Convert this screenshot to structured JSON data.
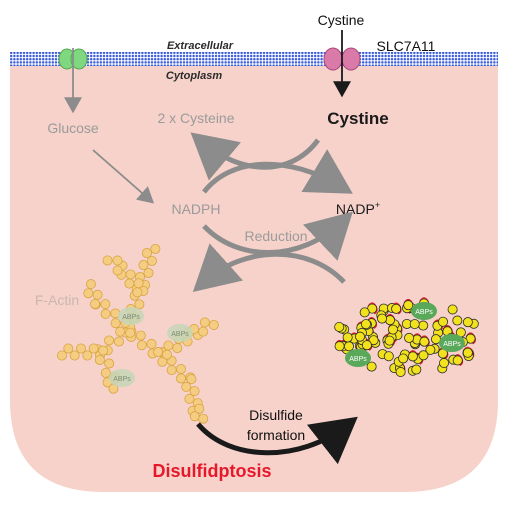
{
  "labels": {
    "extracellular": "Extracellular",
    "cytoplasm": "Cytoplasm",
    "cystine_outside": "Cystine",
    "transporter": "SLC7A11",
    "glucose": "Glucose",
    "cysteine": "2 x Cysteine",
    "cystine_inside": "Cystine",
    "nadph": "NADPH",
    "nadp_base": "NADP",
    "nadp_sup": "+",
    "reduction": "Reduction",
    "factin": "F-Actin",
    "abp": "ABPs",
    "disulfide_line1": "Disulfide",
    "disulfide_line2": "formation",
    "disulfidptosis": "Disulfidptosis"
  },
  "colors": {
    "cell_fill": "#f6d2ca",
    "membrane_dots": "#3a5bd9",
    "gray_text": "#9b9b9b",
    "gray_arrow": "#8c8c8c",
    "actin_bead": "#f4cd82",
    "actin_bead_stroke": "#d9a441",
    "aggregate_bead": "#f2e21e",
    "disulfide_bond": "#e0202a",
    "abp_green": "#5aa85a",
    "glut_green": "#7fd77f",
    "slc_pink": "#d97aa8",
    "title_red": "#e8182b"
  }
}
